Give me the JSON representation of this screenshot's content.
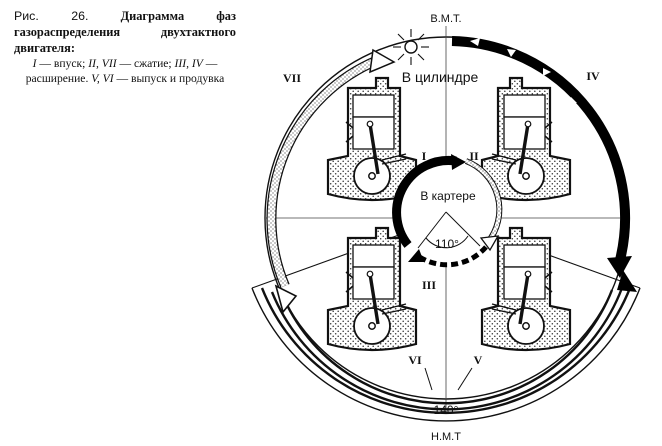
{
  "caption": {
    "fig_label": "Рис. 26.",
    "title": "Диаграмма фаз газораспределения двухтактного двигателя:",
    "legend": [
      {
        "num": "I",
        "text": "впуск"
      },
      {
        "num": "II, VII",
        "text": "сжатие"
      },
      {
        "num": "III, IV",
        "text": "расширение"
      },
      {
        "num": "V, VI",
        "text": "выпуск и продувка"
      }
    ]
  },
  "diagram": {
    "top_label": "В.М.Т.",
    "bottom_label": "Н.М.Т",
    "cylinder_label": "В цилиндре",
    "crankcase_label": "В картере",
    "angle_inner": "110°",
    "angle_outer": "140°",
    "phases": [
      "I",
      "II",
      "III",
      "IV",
      "V",
      "VI",
      "VII"
    ]
  }
}
